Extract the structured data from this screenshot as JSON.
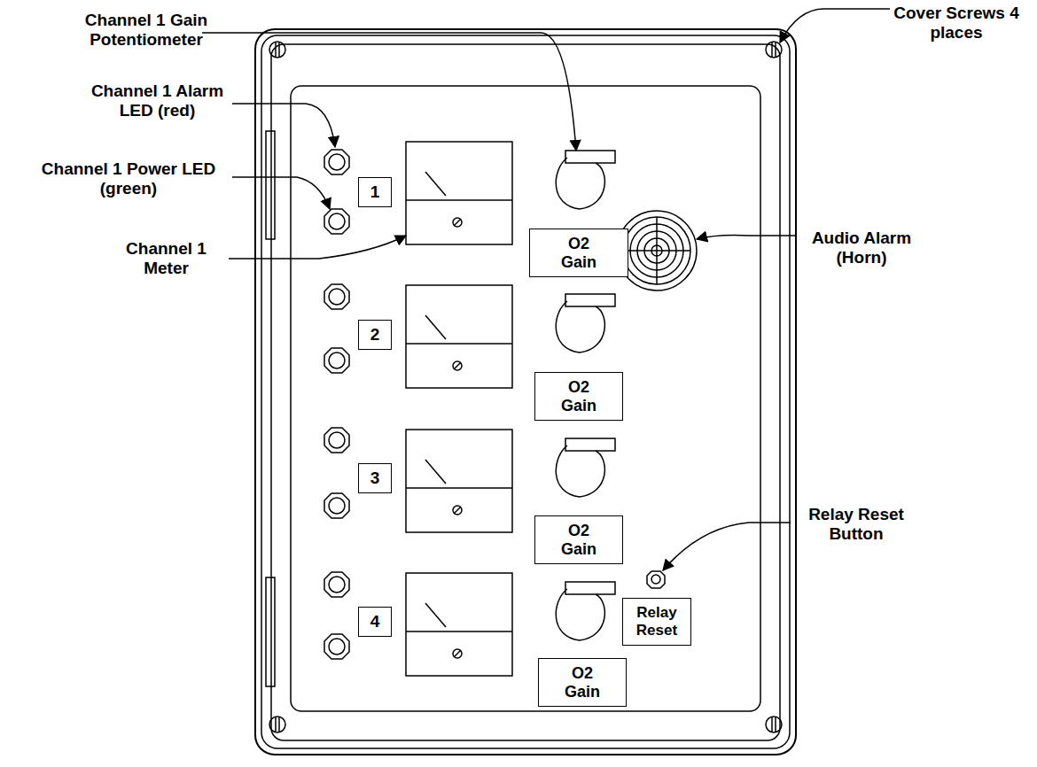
{
  "diagram": {
    "nodes": [
      {
        "text": [
          "1"
        ]
      },
      {
        "text": [
          "O2 Gain"
        ]
      },
      {
        "text": [
          "2"
        ]
      },
      {
        "text": [
          "O2 Gain"
        ]
      },
      {
        "text": [
          "3"
        ]
      },
      {
        "text": [
          "O2 Gain"
        ]
      },
      {
        "text": [
          "Relay Reset"
        ]
      },
      {
        "text": [
          "4"
        ]
      },
      {
        "text": [
          "O2 Gain"
        ]
      }
    ],
    "labels": [
      "Channel 1 Gain Potentiometer",
      "Cover Screws 4 places",
      "Channel 1 Alarm LED (red)",
      "Channel 1 Power LED (green)",
      "Audio Alarm (Horn)",
      "Channel 1 Meter",
      "Relay Reset Button"
    ]
  }
}
